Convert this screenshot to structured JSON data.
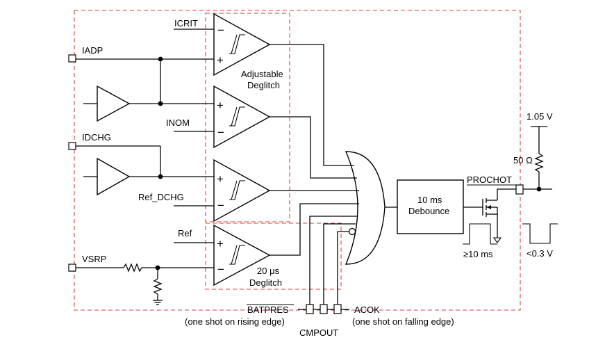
{
  "labels": {
    "icrit": "ICRIT",
    "iadp": "IADP",
    "inom": "INOM",
    "idchg": "IDCHG",
    "ref_dchg": "Ref_DCHG",
    "ref": "Ref",
    "vsrp": "VSRP",
    "adjustable": "Adjustable",
    "deglitch": "Deglitch",
    "us20": "20 μs",
    "deglitch2": "Deglitch",
    "debounce_time": "10 ms",
    "debounce": "Debounce",
    "v105": "1.05 V",
    "res": "50 Ω",
    "prochot": "PROCHOT",
    "pulse": "≥10 ms",
    "low_level": "<0.3 V",
    "batpres": "BATPRES",
    "batpres_note": "(one shot on rising edge)",
    "acok": "ACOK",
    "acok_note": "(one shot on falling edge)",
    "cmpout": "CMPOUT"
  },
  "symbols": {
    "minus": "−",
    "plus": "+"
  }
}
